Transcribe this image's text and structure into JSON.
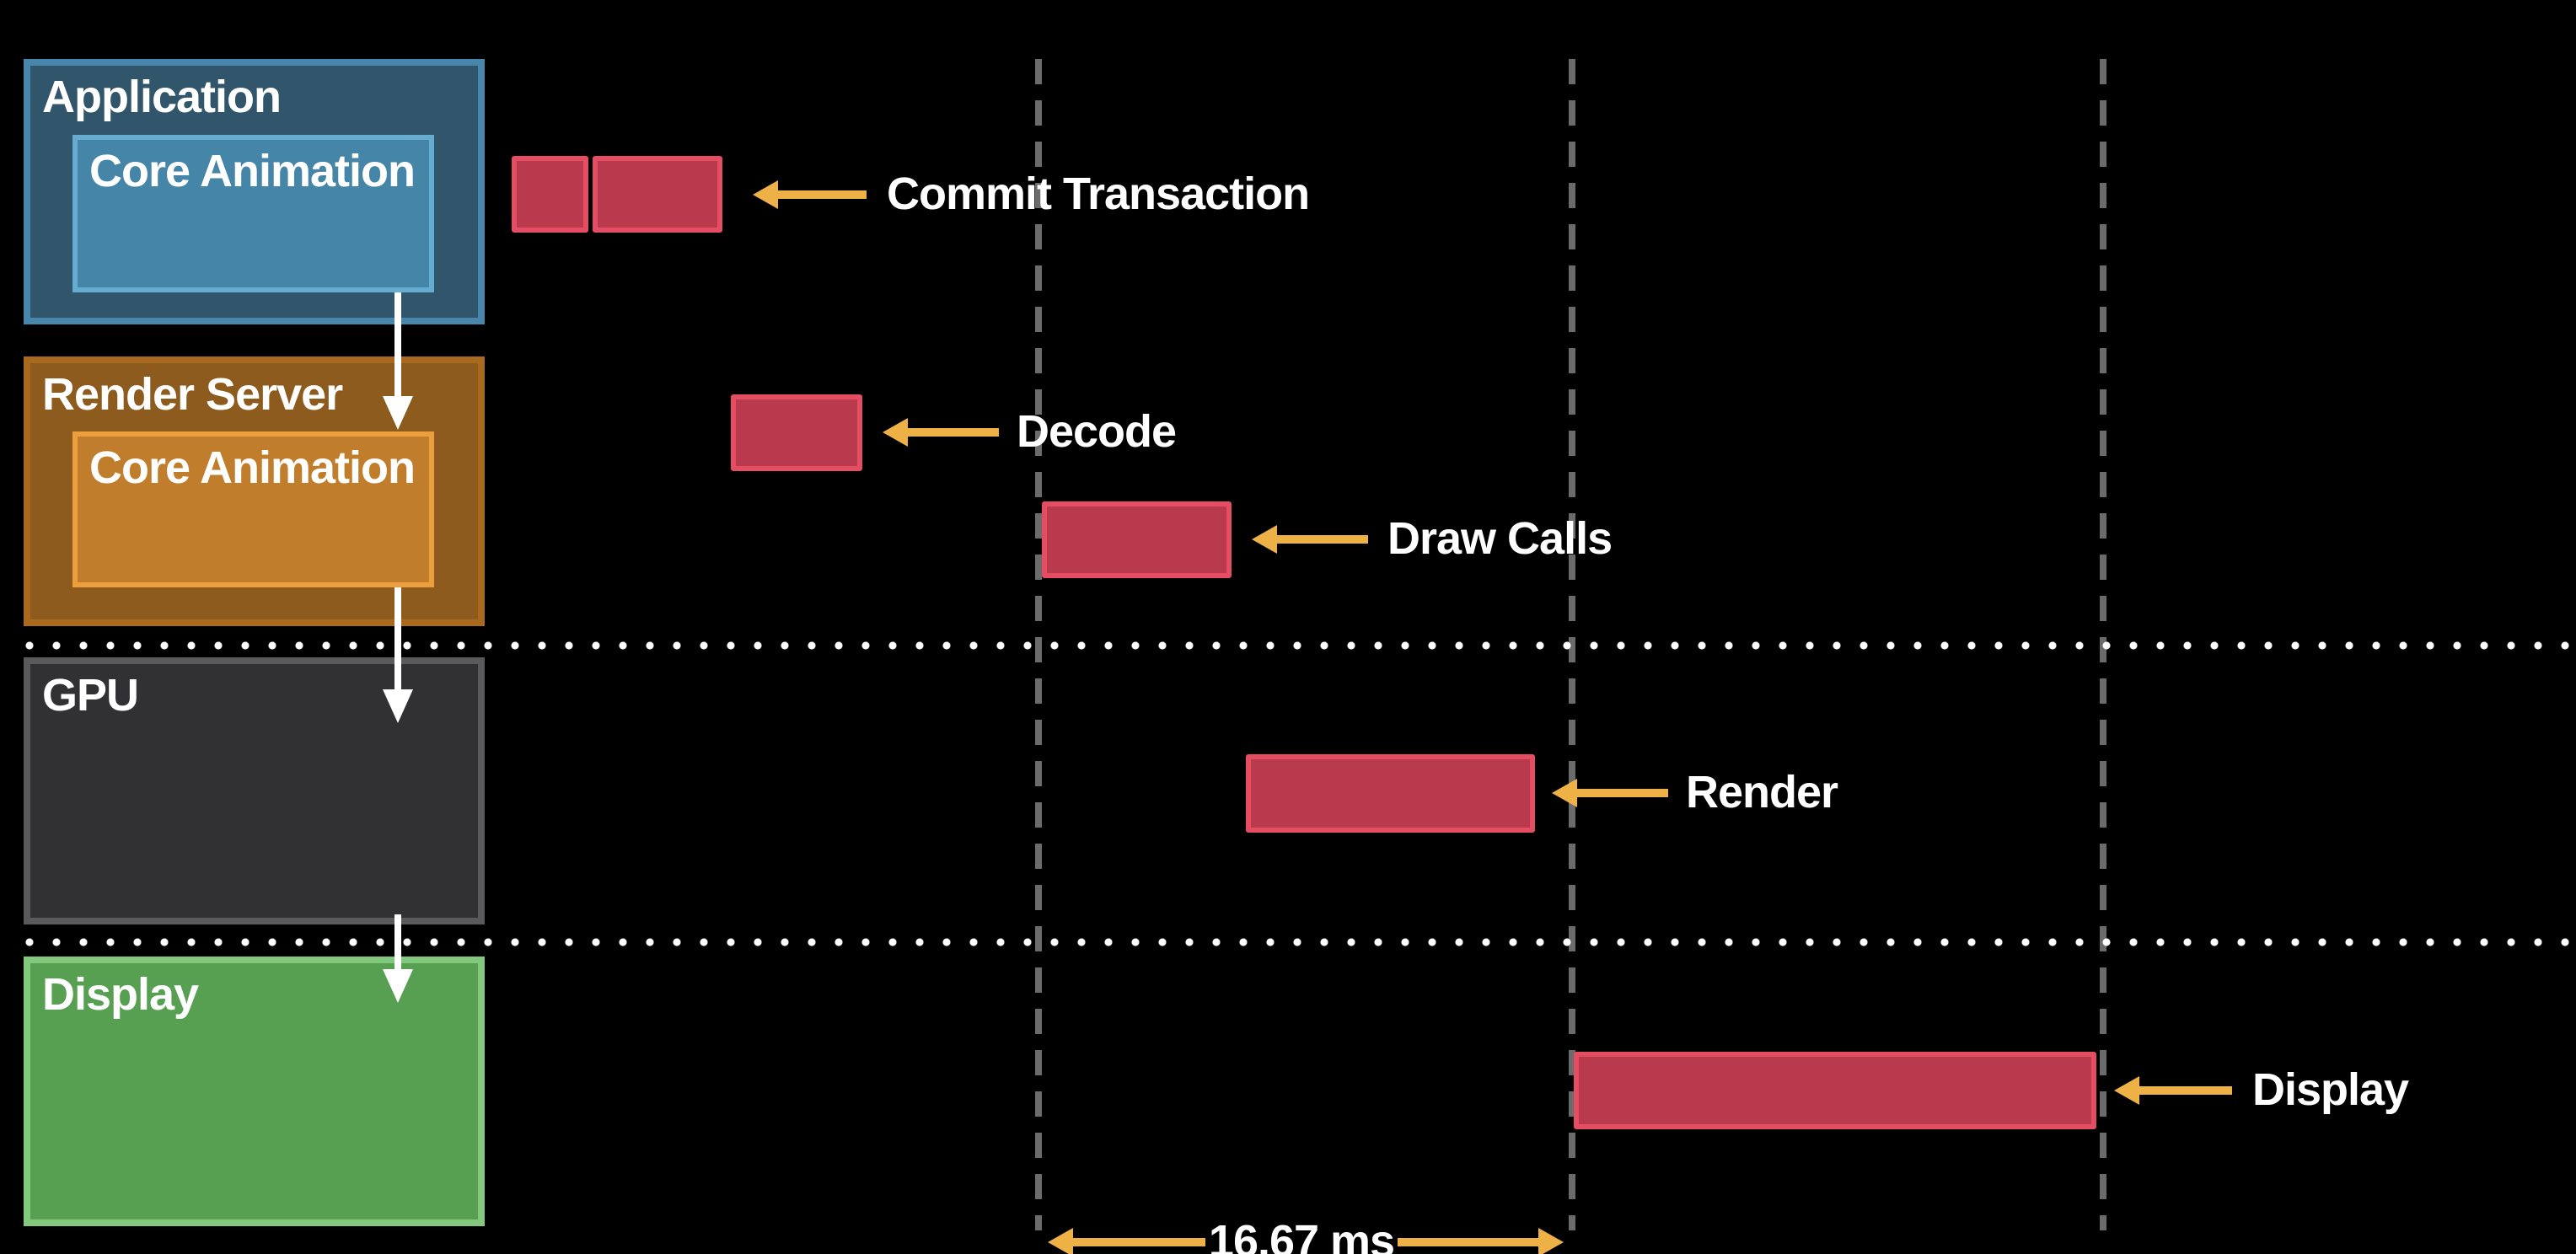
{
  "diagram": {
    "background": "#000000",
    "rows": [
      {
        "id": "application",
        "label": "Application",
        "sublabel": "Core Animation"
      },
      {
        "id": "render_server",
        "label": "Render Server",
        "sublabel": "Core Animation"
      },
      {
        "id": "gpu",
        "label": "GPU"
      },
      {
        "id": "display",
        "label": "Display"
      }
    ],
    "annotations": [
      {
        "label": "Commit Transaction"
      },
      {
        "label": "Decode"
      },
      {
        "label": "Draw Calls"
      },
      {
        "label": "Render"
      },
      {
        "label": "Display"
      }
    ],
    "measurement": {
      "label": "16.67 ms"
    },
    "colors": {
      "application_fill": "#31566b",
      "application_border": "#4886ab",
      "application_inner_fill": "#4585a7",
      "application_inner_border": "#66abd0",
      "render_server_fill": "#8c5b1d",
      "render_server_border": "#a96a1f",
      "render_server_inner_fill": "#c07d2b",
      "render_server_inner_border": "#eca03d",
      "gpu_fill": "#313133",
      "gpu_border": "#5a5a5c",
      "display_fill": "#57a051",
      "display_border": "#83c97d",
      "bar_fill": "#b93a4d",
      "bar_border": "#e54d63",
      "annotation_arrow": "#edb145",
      "flow_arrow": "#ffffff",
      "frame_boundary_line": "#6b6b6b",
      "divider_dot": "#ffffff",
      "text": "#ffffff"
    }
  }
}
